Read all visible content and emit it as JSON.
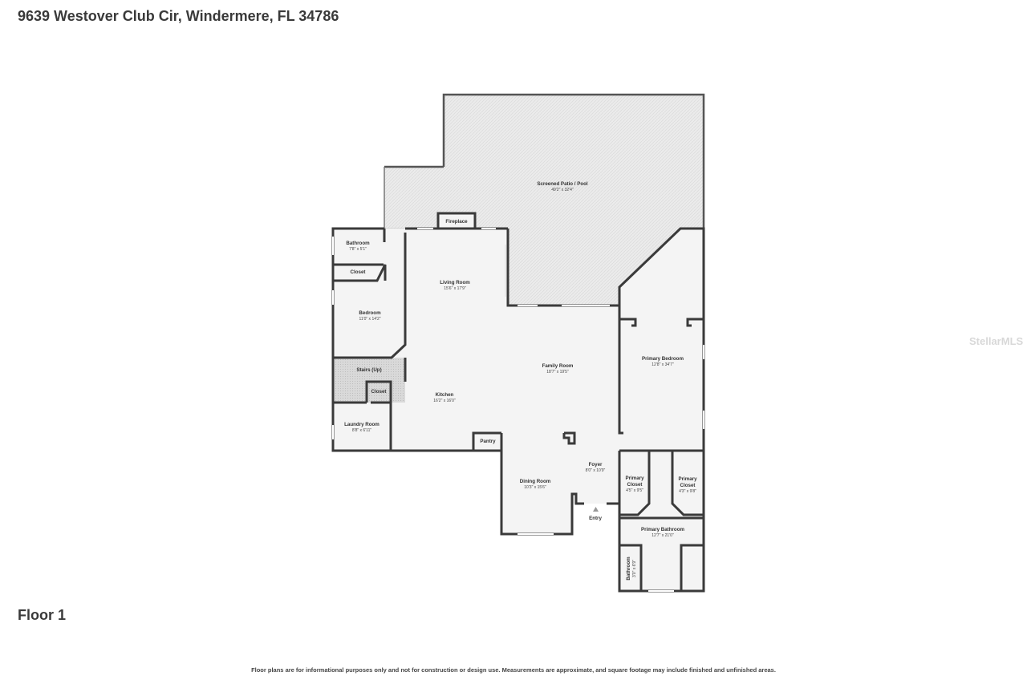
{
  "header": {
    "address": "9639 Westover Club Cir, Windermere, FL 34786"
  },
  "floor": {
    "label": "Floor 1"
  },
  "footer": {
    "disclaimer": "Floor plans are for informational purposes only and not for construction or design use. Measurements are approximate, and square footage may include finished and unfinished areas."
  },
  "watermark": {
    "text": "StellarMLS"
  },
  "colors": {
    "wall": "#3a3a3a",
    "floor": "#f4f4f4",
    "patio": "#ebebeb",
    "background": "#ffffff"
  },
  "rooms": {
    "patio": {
      "name": "Screened Patio / Pool",
      "dims": "49'2\" x 32'4\""
    },
    "fireplace": {
      "name": "Fireplace"
    },
    "bathroom": {
      "name": "Bathroom",
      "dims": "7'8\" x 5'1\""
    },
    "closet_1": {
      "name": "Closet"
    },
    "bedroom": {
      "name": "Bedroom",
      "dims": "11'0\" x 14'2\""
    },
    "living_room": {
      "name": "Living Room",
      "dims": "15'6\" x 17'9\""
    },
    "stairs": {
      "name": "Stairs (Up)"
    },
    "closet_2": {
      "name": "Closet"
    },
    "kitchen": {
      "name": "Kitchen",
      "dims": "16'2\" x 16'0\""
    },
    "laundry": {
      "name": "Laundry Room",
      "dims": "8'8\" x 6'11\""
    },
    "pantry": {
      "name": "Pantry"
    },
    "family_room": {
      "name": "Family Room",
      "dims": "18'7\" x 19'5\""
    },
    "dining_room": {
      "name": "Dining Room",
      "dims": "10'3\" x 15'6\""
    },
    "foyer": {
      "name": "Foyer",
      "dims": "8'0\" x 10'9\""
    },
    "entry": {
      "name": "Entry"
    },
    "primary_bedroom": {
      "name": "Primary Bedroom",
      "dims": "12'8\" x 34'7\""
    },
    "primary_closet_1": {
      "name_line1": "Primary",
      "name_line2": "Closet",
      "dims": "4'5\" x 9'5\""
    },
    "primary_closet_2": {
      "name_line1": "Primary",
      "name_line2": "Closet",
      "dims": "4'3\" x 9'8\""
    },
    "primary_bathroom": {
      "name": "Primary Bathroom",
      "dims": "12'7\" x 21'0\""
    },
    "bathroom_2": {
      "name": "Bathroom",
      "dims": "3'0\" x 6'9\""
    }
  }
}
